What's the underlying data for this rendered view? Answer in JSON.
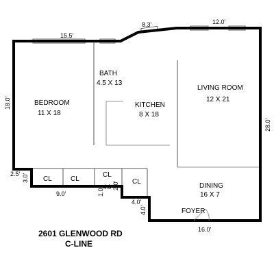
{
  "rooms": {
    "bedroom": {
      "name": "BEDROOM",
      "size": "11 X 18"
    },
    "bath": {
      "name": "BATH",
      "size": "4.5 X 13"
    },
    "kitchen": {
      "name": "KITCHEN",
      "size": "8 X 18"
    },
    "living": {
      "name": "LIVING ROOM",
      "size": "12 X 21"
    },
    "dining": {
      "name": "DINING",
      "size": "16 X 7"
    },
    "foyer": {
      "name": "FOYER"
    }
  },
  "closets": [
    "CL",
    "CL",
    "CL",
    "CL"
  ],
  "dimensions": {
    "top_left": "15.5'",
    "top_mid": "8.3'",
    "top_right": "12.0'",
    "left": "18.0'",
    "right": "28.0'",
    "left_jog_h": "2.5'",
    "left_jog_v": "3.0'",
    "bottom_left": "9.0'",
    "step_v1": "1.0'",
    "step_h1": "4.0'",
    "step_v2": "2.0'",
    "step_h2": "4.0'",
    "step_v3": "4.0'",
    "bottom_right": "16.0'"
  },
  "title": {
    "line1": "2601 GLENWOOD RD",
    "line2": "C-LINE"
  }
}
